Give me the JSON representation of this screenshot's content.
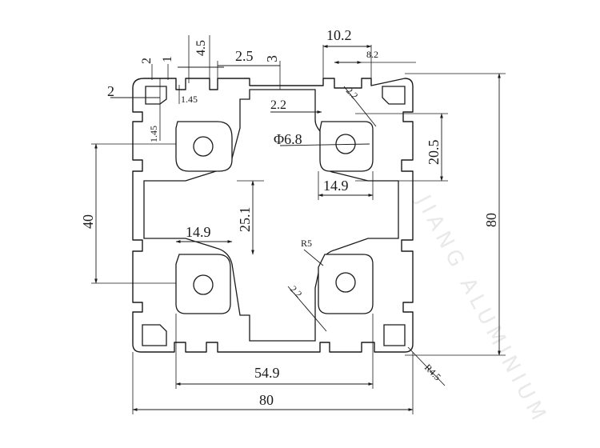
{
  "dimensions": {
    "overall_width": "80",
    "overall_height": "80",
    "slot_pitch": "40",
    "bore_spacing": "54.9",
    "slot_opening": "10.2",
    "slot_inner": "8.2",
    "lip_depth": "4.5",
    "lip_thickness": "2.5",
    "slot_depth": "3",
    "corner_wall_a": "2",
    "corner_wall_b": "1",
    "corner_wall_c": "2",
    "corner_gap": "1.45",
    "corner_gap_vertical": "1.45",
    "web_thickness": "2.2",
    "web_thickness_lower": "2.2",
    "web_angle_small": "2.2",
    "bore_diameter": "Φ6.8",
    "bore_offset": "20.5",
    "node_width_upper": "14.9",
    "node_width_lower": "14.9",
    "center_to_bore": "25.1",
    "fillet_radius": "R5",
    "corner_radius": "R4.5"
  },
  "watermark": {
    "text": "JIANG ALUMINIUM"
  }
}
